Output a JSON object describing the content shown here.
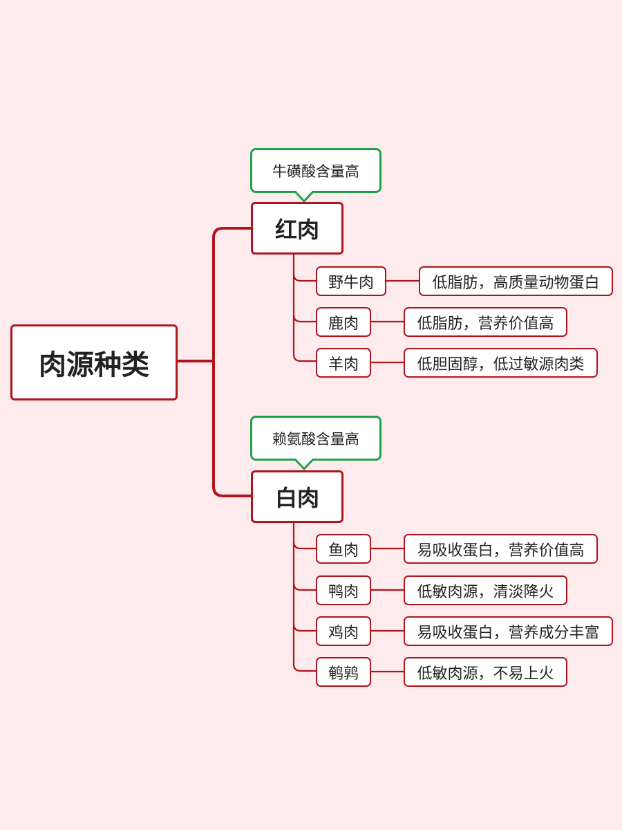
{
  "root": {
    "label": "肉源种类"
  },
  "branches": [
    {
      "label": "红肉",
      "note": "牛磺酸含量高",
      "items": [
        {
          "name": "野牛肉",
          "desc": "低脂肪，高质量动物蛋白"
        },
        {
          "name": "鹿肉",
          "desc": "低脂肪，营养价值高"
        },
        {
          "name": "羊肉",
          "desc": "低胆固醇，低过敏源肉类"
        }
      ]
    },
    {
      "label": "白肉",
      "note": "赖氨酸含量高",
      "items": [
        {
          "name": "鱼肉",
          "desc": "易吸收蛋白，营养价值高"
        },
        {
          "name": "鸭肉",
          "desc": "低敏肉源，清淡降火"
        },
        {
          "name": "鸡肉",
          "desc": "易吸收蛋白，营养成分丰富"
        },
        {
          "name": "鹌鹑",
          "desc": "低敏肉源，不易上火"
        }
      ]
    }
  ],
  "colors": {
    "background": "#fdebed",
    "connector": "#b0141c",
    "node_border": "#b0141c",
    "note_border": "#1fa149",
    "node_fill": "#ffffff"
  }
}
